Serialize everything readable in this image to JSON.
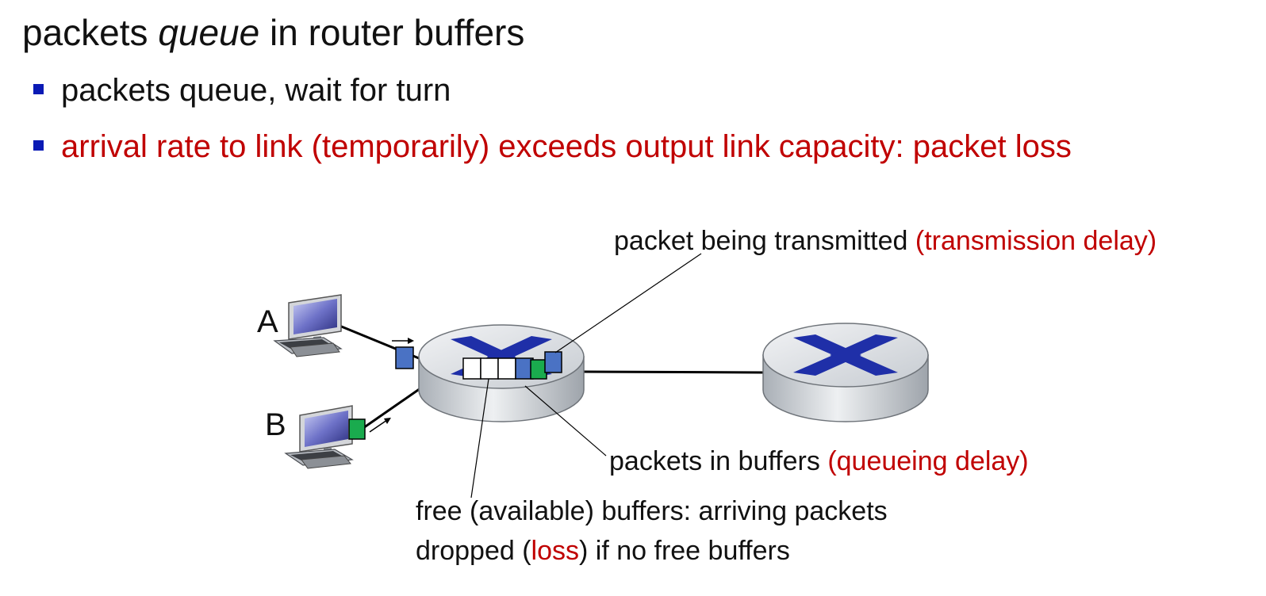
{
  "title": {
    "before": "packets ",
    "emph": "queue",
    "after": " in router buffers"
  },
  "bullets": [
    {
      "text": "packets queue, wait for turn",
      "color": "#111111"
    },
    {
      "text": "arrival rate to link (temporarily) exceeds output link capacity: packet loss",
      "color": "#c00000"
    }
  ],
  "diagram": {
    "host_a_label": "A",
    "host_b_label": "B",
    "transmitted": {
      "text": "packet being transmitted ",
      "highlight": "(transmission delay)"
    },
    "in_buffers": {
      "text": "packets in buffers ",
      "highlight": "(queueing delay)"
    },
    "free_buffers": {
      "line1": "free (available) buffers: arriving packets",
      "line2_pre": "dropped (",
      "line2_highlight": "loss",
      "line2_post": ") if no free buffers"
    },
    "colors": {
      "packet_blue": "#4a72c4",
      "packet_green": "#1aab4e",
      "router_x": "#1f2fa8",
      "highlight": "#c00000"
    }
  }
}
